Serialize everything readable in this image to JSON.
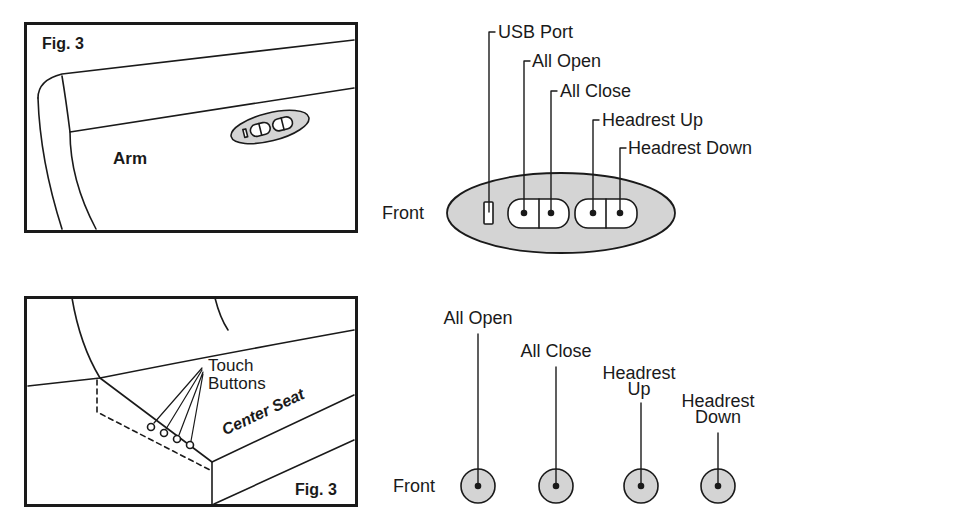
{
  "diagram": {
    "nodes": [
      {
        "text": [
          "Fig. 3",
          "Arm"
        ]
      },
      {
        "text": [
          "Touch Buttons",
          "Center Seat",
          "Fig. 3"
        ]
      }
    ],
    "labels": [
      "USB Port",
      "All Open",
      "All Close",
      "Headrest Up",
      "Headrest Down",
      "Front",
      "All Open",
      "All Close",
      "Headrest Up",
      "Headrest Down",
      "Front"
    ]
  }
}
